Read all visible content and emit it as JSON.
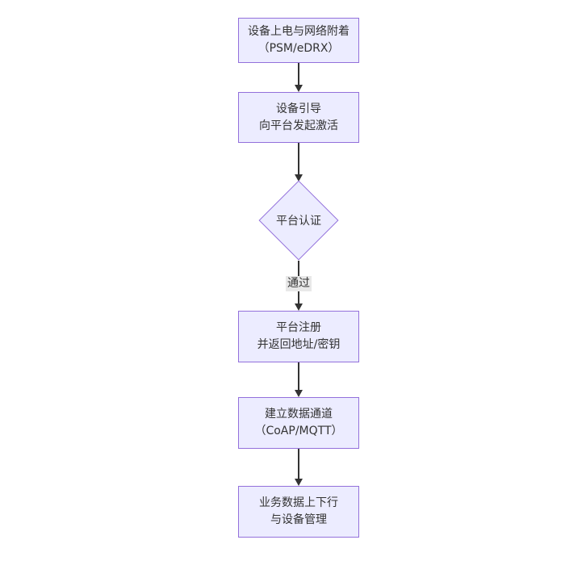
{
  "diagram": {
    "type": "flowchart-top-down",
    "colors": {
      "background": "#ffffff",
      "node_fill": "#ECECFF",
      "node_border": "#9370DB",
      "edge_line": "#333333",
      "text": "#333333",
      "edge_label_bg": "#e8e8e8"
    },
    "nodes": [
      {
        "id": "power-network-attach",
        "shape": "rect",
        "lines": [
          "设备上电与网络附着",
          "（PSM/eDRX）"
        ]
      },
      {
        "id": "device-bootstrap",
        "shape": "rect",
        "lines": [
          "设备引导",
          "向平台发起激活"
        ]
      },
      {
        "id": "platform-auth",
        "shape": "diamond",
        "lines": [
          "平台认证"
        ]
      },
      {
        "id": "platform-register",
        "shape": "rect",
        "lines": [
          "平台注册",
          "并返回地址/密钥"
        ]
      },
      {
        "id": "data-channel",
        "shape": "rect",
        "lines": [
          "建立数据通道",
          "（CoAP/MQTT）"
        ]
      },
      {
        "id": "business-data",
        "shape": "rect",
        "lines": [
          "业务数据上下行",
          "与设备管理"
        ]
      }
    ],
    "edges": [
      {
        "from": "power-network-attach",
        "to": "device-bootstrap",
        "label": ""
      },
      {
        "from": "device-bootstrap",
        "to": "platform-auth",
        "label": ""
      },
      {
        "from": "platform-auth",
        "to": "platform-register",
        "label": "通过"
      },
      {
        "from": "platform-register",
        "to": "data-channel",
        "label": ""
      },
      {
        "from": "data-channel",
        "to": "business-data",
        "label": ""
      }
    ]
  }
}
